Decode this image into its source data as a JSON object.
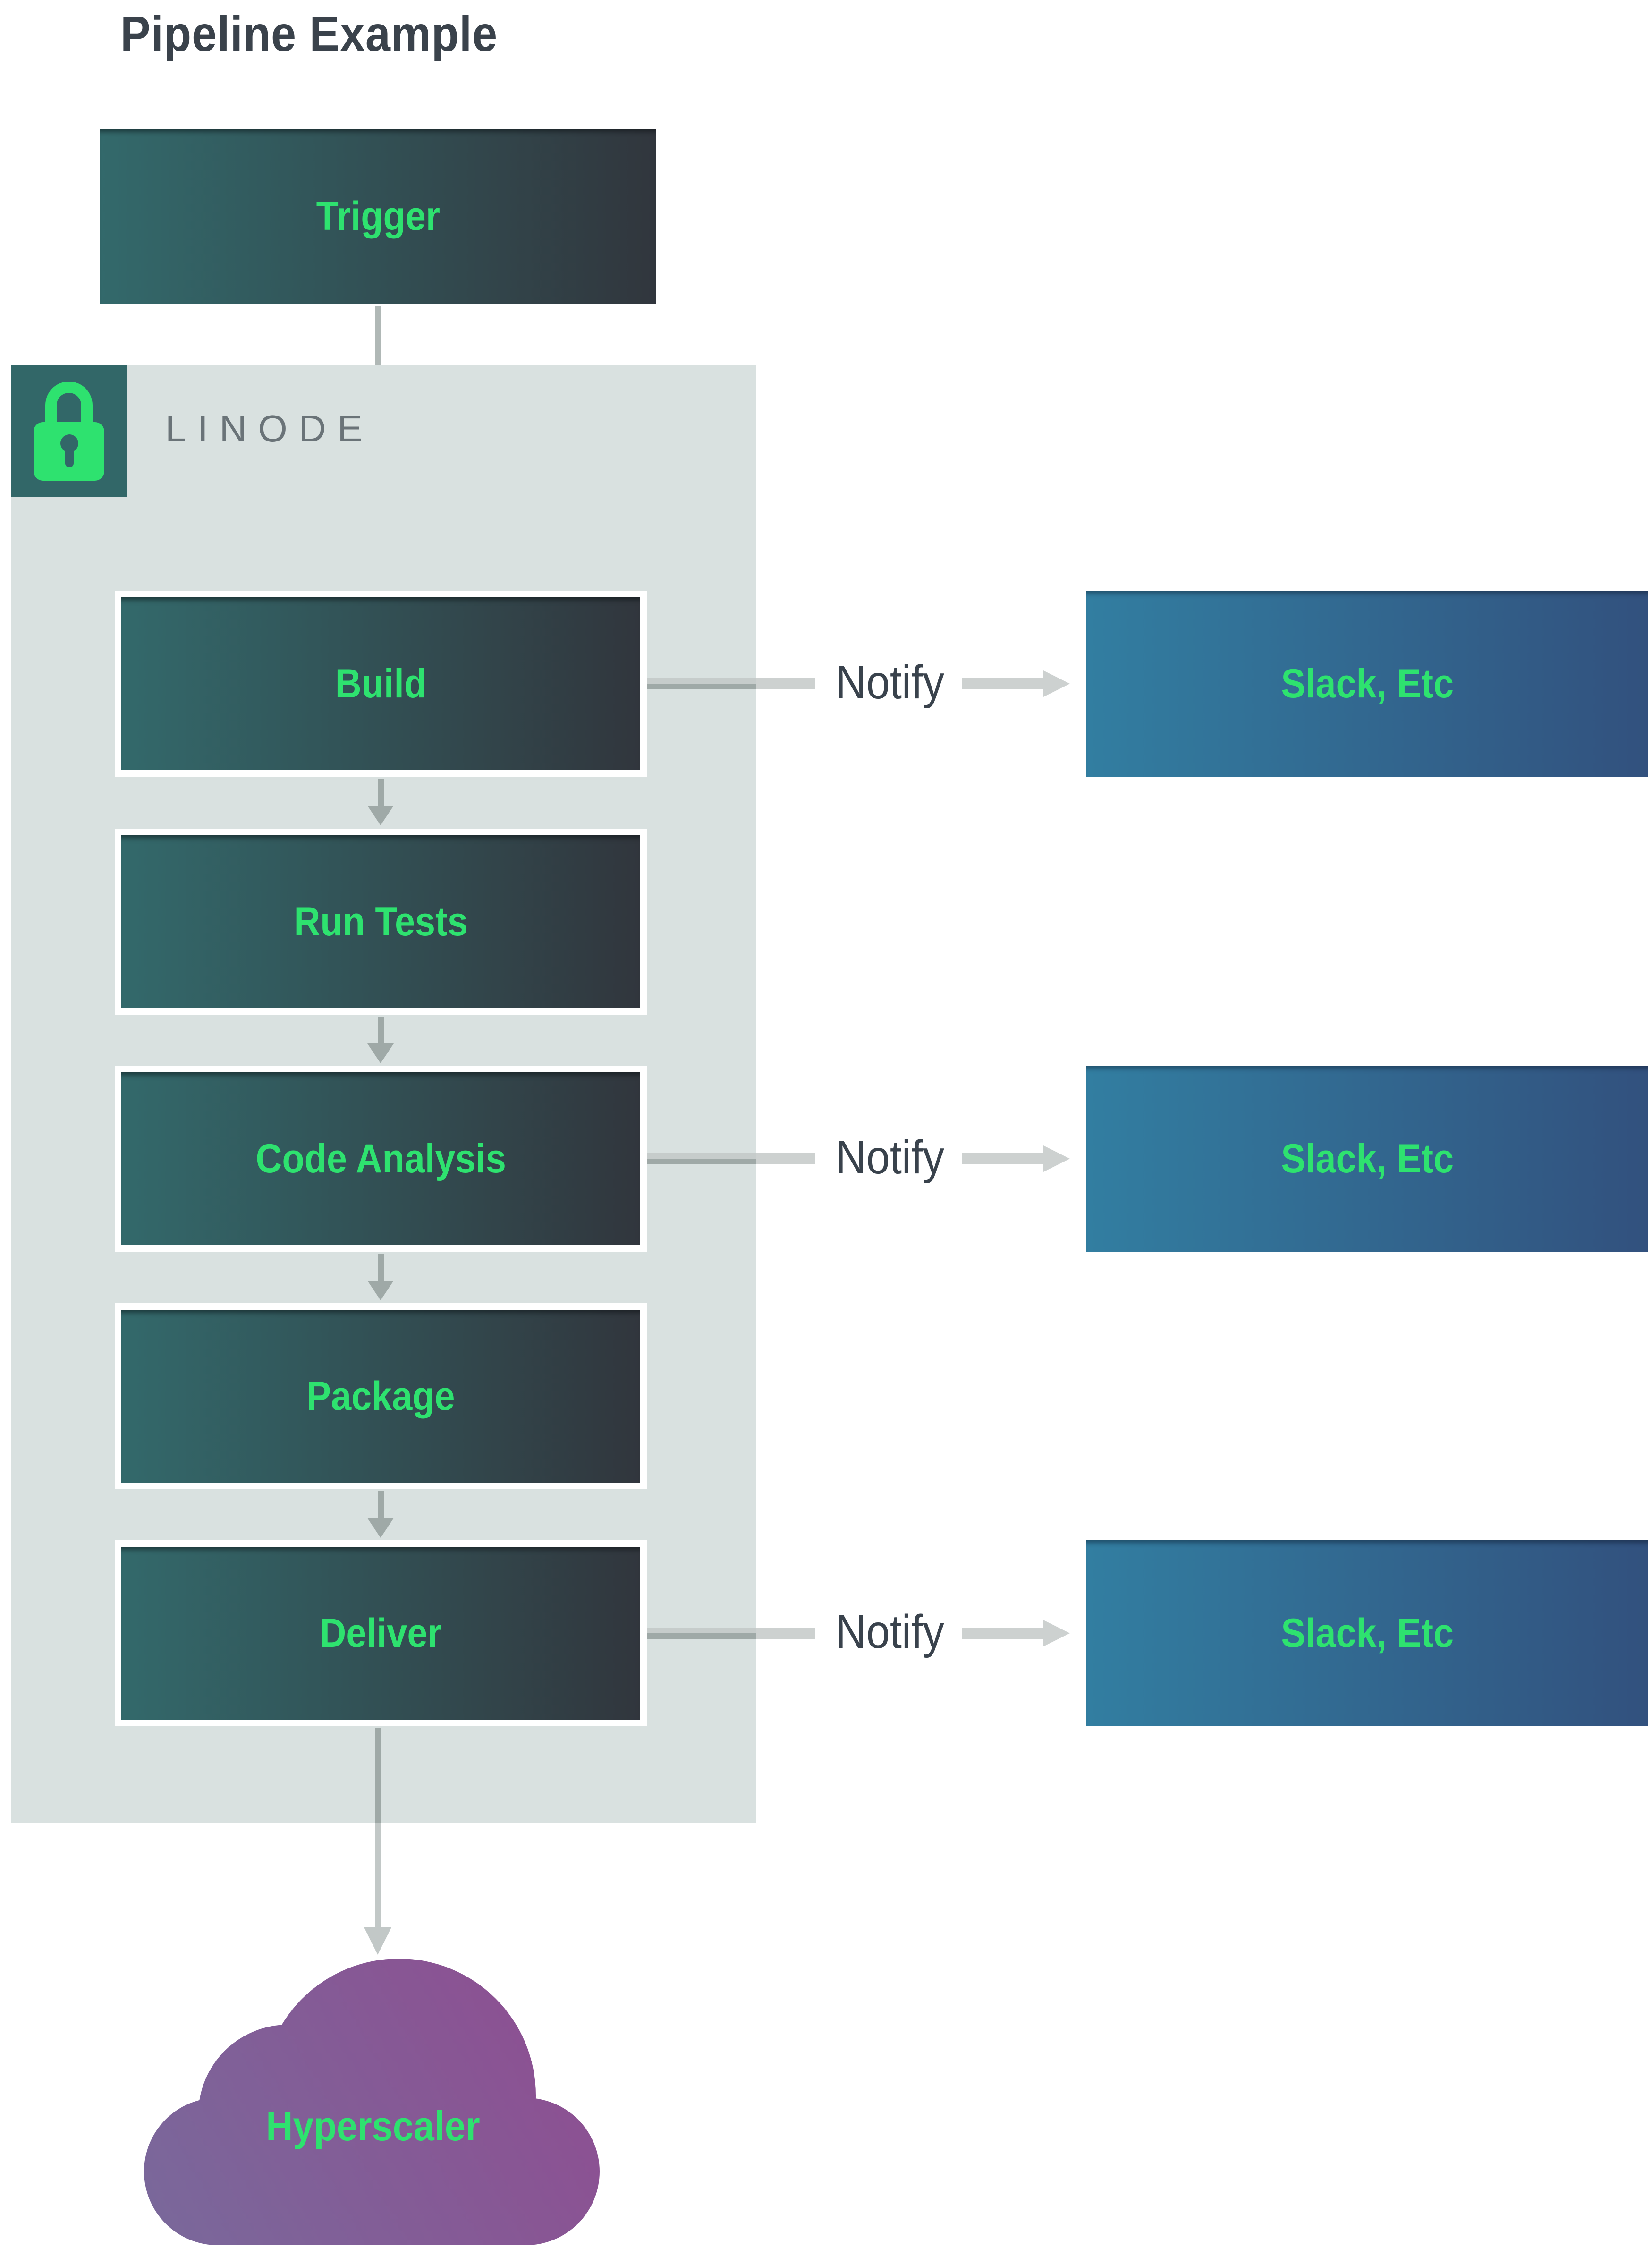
{
  "title": "Pipeline Example",
  "trigger": {
    "label": "Trigger"
  },
  "linode": {
    "label": "LINODE",
    "icon": "lock-icon"
  },
  "stages": [
    {
      "label": "Build",
      "notifies": true
    },
    {
      "label": "Run Tests",
      "notifies": false
    },
    {
      "label": "Code Analysis",
      "notifies": true
    },
    {
      "label": "Package",
      "notifies": false
    },
    {
      "label": "Deliver",
      "notifies": true
    }
  ],
  "notify_label": "Notify",
  "notification_target_label": "Slack, Etc",
  "cloud": {
    "label": "Hyperscaler"
  },
  "colors": {
    "accent_green": "#2ee26f",
    "stage_gradient_left": "#33696b",
    "stage_gradient_right": "#31363d",
    "notification_gradient_left": "#327ea1",
    "notification_gradient_right": "#32517e",
    "linode_container_bg": "#d9e1e0",
    "lock_badge_bg": "#326768",
    "cloud_gradient_bottom_left": "#79699b",
    "cloud_gradient_top_right": "#8f4d91",
    "connector_gray": "#9fa9a7",
    "text_dark": "#3a424b"
  }
}
